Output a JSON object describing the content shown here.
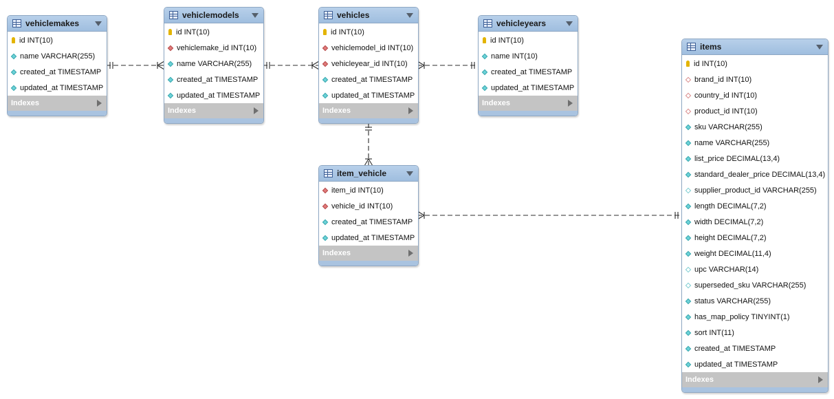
{
  "tables": [
    {
      "id": "vehiclemakes",
      "name": "vehiclemakes",
      "columns": [
        {
          "text": "id INT(10)",
          "icon": "key"
        },
        {
          "text": "name VARCHAR(255)",
          "icon": "cyan"
        },
        {
          "text": "created_at TIMESTAMP",
          "icon": "cyan"
        },
        {
          "text": "updated_at TIMESTAMP",
          "icon": "cyan"
        }
      ],
      "indexes_label": "Indexes"
    },
    {
      "id": "vehiclemodels",
      "name": "vehiclemodels",
      "columns": [
        {
          "text": "id INT(10)",
          "icon": "key"
        },
        {
          "text": "vehiclemake_id INT(10)",
          "icon": "red"
        },
        {
          "text": "name VARCHAR(255)",
          "icon": "cyan"
        },
        {
          "text": "created_at TIMESTAMP",
          "icon": "cyan"
        },
        {
          "text": "updated_at TIMESTAMP",
          "icon": "cyan"
        }
      ],
      "indexes_label": "Indexes"
    },
    {
      "id": "vehicles",
      "name": "vehicles",
      "columns": [
        {
          "text": "id INT(10)",
          "icon": "key"
        },
        {
          "text": "vehiclemodel_id INT(10)",
          "icon": "red"
        },
        {
          "text": "vehicleyear_id INT(10)",
          "icon": "red"
        },
        {
          "text": "created_at TIMESTAMP",
          "icon": "cyan"
        },
        {
          "text": "updated_at TIMESTAMP",
          "icon": "cyan"
        }
      ],
      "indexes_label": "Indexes"
    },
    {
      "id": "vehicleyears",
      "name": "vehicleyears",
      "columns": [
        {
          "text": "id INT(10)",
          "icon": "key"
        },
        {
          "text": "name INT(10)",
          "icon": "cyan"
        },
        {
          "text": "created_at TIMESTAMP",
          "icon": "cyan"
        },
        {
          "text": "updated_at TIMESTAMP",
          "icon": "cyan"
        }
      ],
      "indexes_label": "Indexes"
    },
    {
      "id": "item_vehicle",
      "name": "item_vehicle",
      "columns": [
        {
          "text": "item_id INT(10)",
          "icon": "red"
        },
        {
          "text": "vehicle_id INT(10)",
          "icon": "red"
        },
        {
          "text": "created_at TIMESTAMP",
          "icon": "cyan"
        },
        {
          "text": "updated_at TIMESTAMP",
          "icon": "cyan"
        }
      ],
      "indexes_label": "Indexes"
    },
    {
      "id": "items",
      "name": "items",
      "columns": [
        {
          "text": "id INT(10)",
          "icon": "key"
        },
        {
          "text": "brand_id INT(10)",
          "icon": "open-red"
        },
        {
          "text": "country_id INT(10)",
          "icon": "open-red"
        },
        {
          "text": "product_id INT(10)",
          "icon": "open-red"
        },
        {
          "text": "sku VARCHAR(255)",
          "icon": "cyan"
        },
        {
          "text": "name VARCHAR(255)",
          "icon": "cyan"
        },
        {
          "text": "list_price DECIMAL(13,4)",
          "icon": "cyan"
        },
        {
          "text": "standard_dealer_price DECIMAL(13,4)",
          "icon": "cyan"
        },
        {
          "text": "supplier_product_id VARCHAR(255)",
          "icon": "open-cyan"
        },
        {
          "text": "length DECIMAL(7,2)",
          "icon": "cyan"
        },
        {
          "text": "width DECIMAL(7,2)",
          "icon": "cyan"
        },
        {
          "text": "height DECIMAL(7,2)",
          "icon": "cyan"
        },
        {
          "text": "weight DECIMAL(11,4)",
          "icon": "cyan"
        },
        {
          "text": "upc VARCHAR(14)",
          "icon": "open-cyan"
        },
        {
          "text": "superseded_sku VARCHAR(255)",
          "icon": "open-cyan"
        },
        {
          "text": "status VARCHAR(255)",
          "icon": "cyan"
        },
        {
          "text": "has_map_policy TINYINT(1)",
          "icon": "cyan"
        },
        {
          "text": "sort INT(11)",
          "icon": "cyan"
        },
        {
          "text": "created_at TIMESTAMP",
          "icon": "cyan"
        },
        {
          "text": "updated_at TIMESTAMP",
          "icon": "cyan"
        }
      ],
      "indexes_label": "Indexes"
    }
  ],
  "relationships": [
    {
      "from": "vehiclemakes",
      "to": "vehiclemodels",
      "from_end": "one",
      "to_end": "many"
    },
    {
      "from": "vehiclemodels",
      "to": "vehicles",
      "from_end": "one",
      "to_end": "many"
    },
    {
      "from": "vehicleyears",
      "to": "vehicles",
      "from_end": "one",
      "to_end": "many"
    },
    {
      "from": "vehicles",
      "to": "item_vehicle",
      "from_end": "one",
      "to_end": "many"
    },
    {
      "from": "items",
      "to": "item_vehicle",
      "from_end": "one",
      "to_end": "many"
    }
  ]
}
